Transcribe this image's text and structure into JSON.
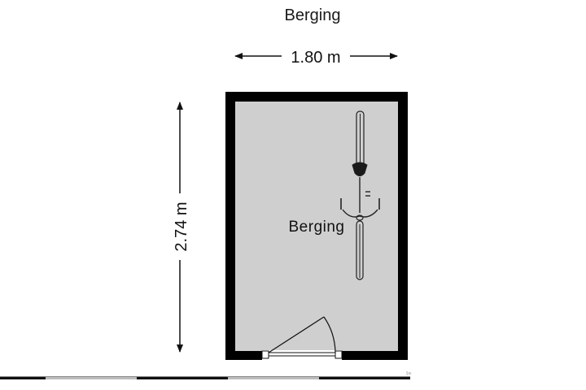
{
  "page": {
    "title": "Berging"
  },
  "dimensions": {
    "width_label": "1.80 m",
    "height_label": "2.74 m"
  },
  "room": {
    "label": "Berging"
  },
  "footer": {
    "scale_mark": "5m"
  },
  "colors": {
    "wall": "#000000",
    "floor": "#cfcfcf",
    "ink": "#111111"
  },
  "icons": [
    "bicycle-icon",
    "door-swing-icon",
    "arrow-left-icon",
    "arrow-right-icon",
    "arrow-up-icon",
    "arrow-down-icon"
  ]
}
